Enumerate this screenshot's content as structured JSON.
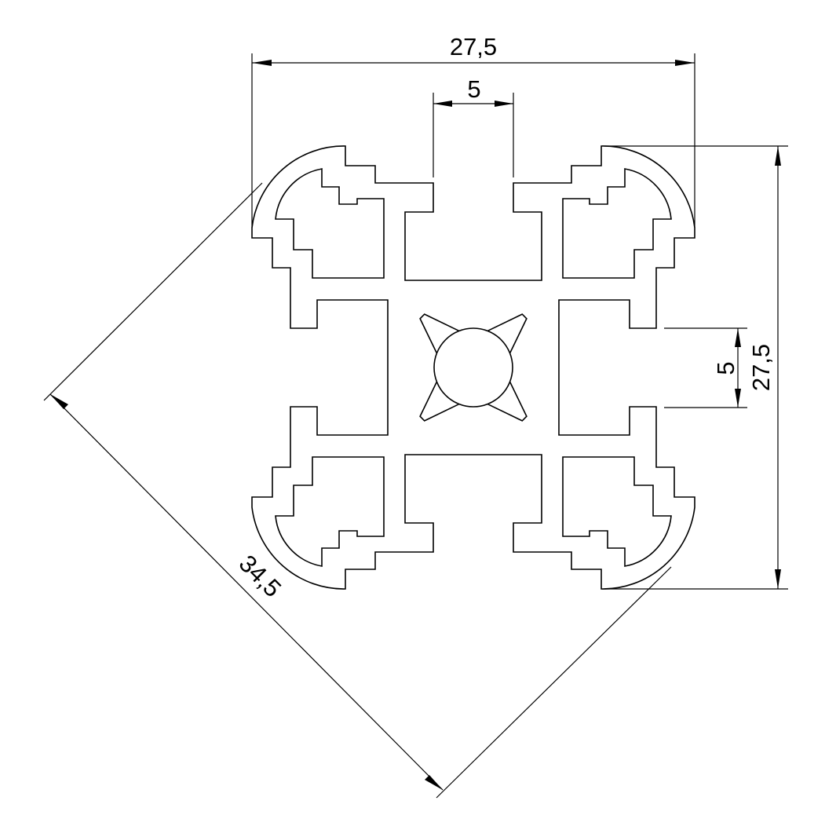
{
  "drawing": {
    "subject": "profile-cross-section",
    "stroke_color": "#000000",
    "background": "#ffffff"
  },
  "dimensions": {
    "overall_width": "27,5",
    "slot_width_top": "5",
    "overall_height": "27,5",
    "slot_width_right": "5",
    "diagonal": "34,5"
  }
}
